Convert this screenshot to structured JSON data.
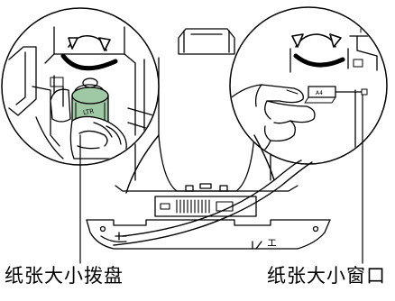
{
  "illustration": {
    "left_label": "纸张大小拨盘",
    "right_label": "纸张大小窗口",
    "dial_text": "LTR",
    "window_text": "A4",
    "tray_mark": "エ"
  },
  "colors": {
    "line": "#000000",
    "background": "#ffffff",
    "dial_accent": "#9fc9a4"
  }
}
